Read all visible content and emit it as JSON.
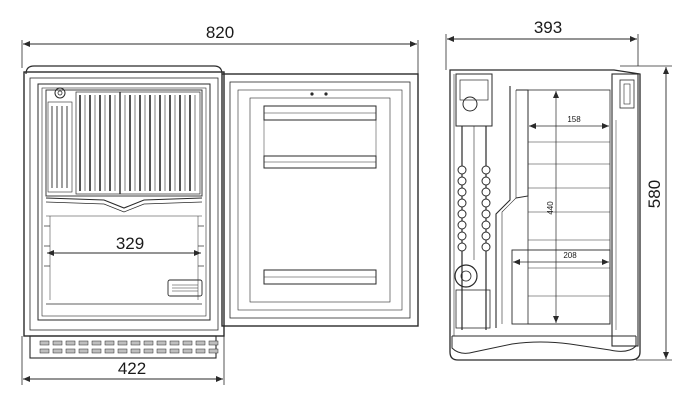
{
  "dimensions": {
    "total_width": "820",
    "fridge_width": "422",
    "inner_width": "329",
    "depth": "393",
    "height": "580",
    "shelf_top_depth": "158",
    "shelf_bottom_depth": "208",
    "inner_height": "440"
  },
  "colors": {
    "line": "#2a2a2a",
    "fill_light": "#f2f2f2",
    "fill_mid": "#d9d9d9"
  }
}
